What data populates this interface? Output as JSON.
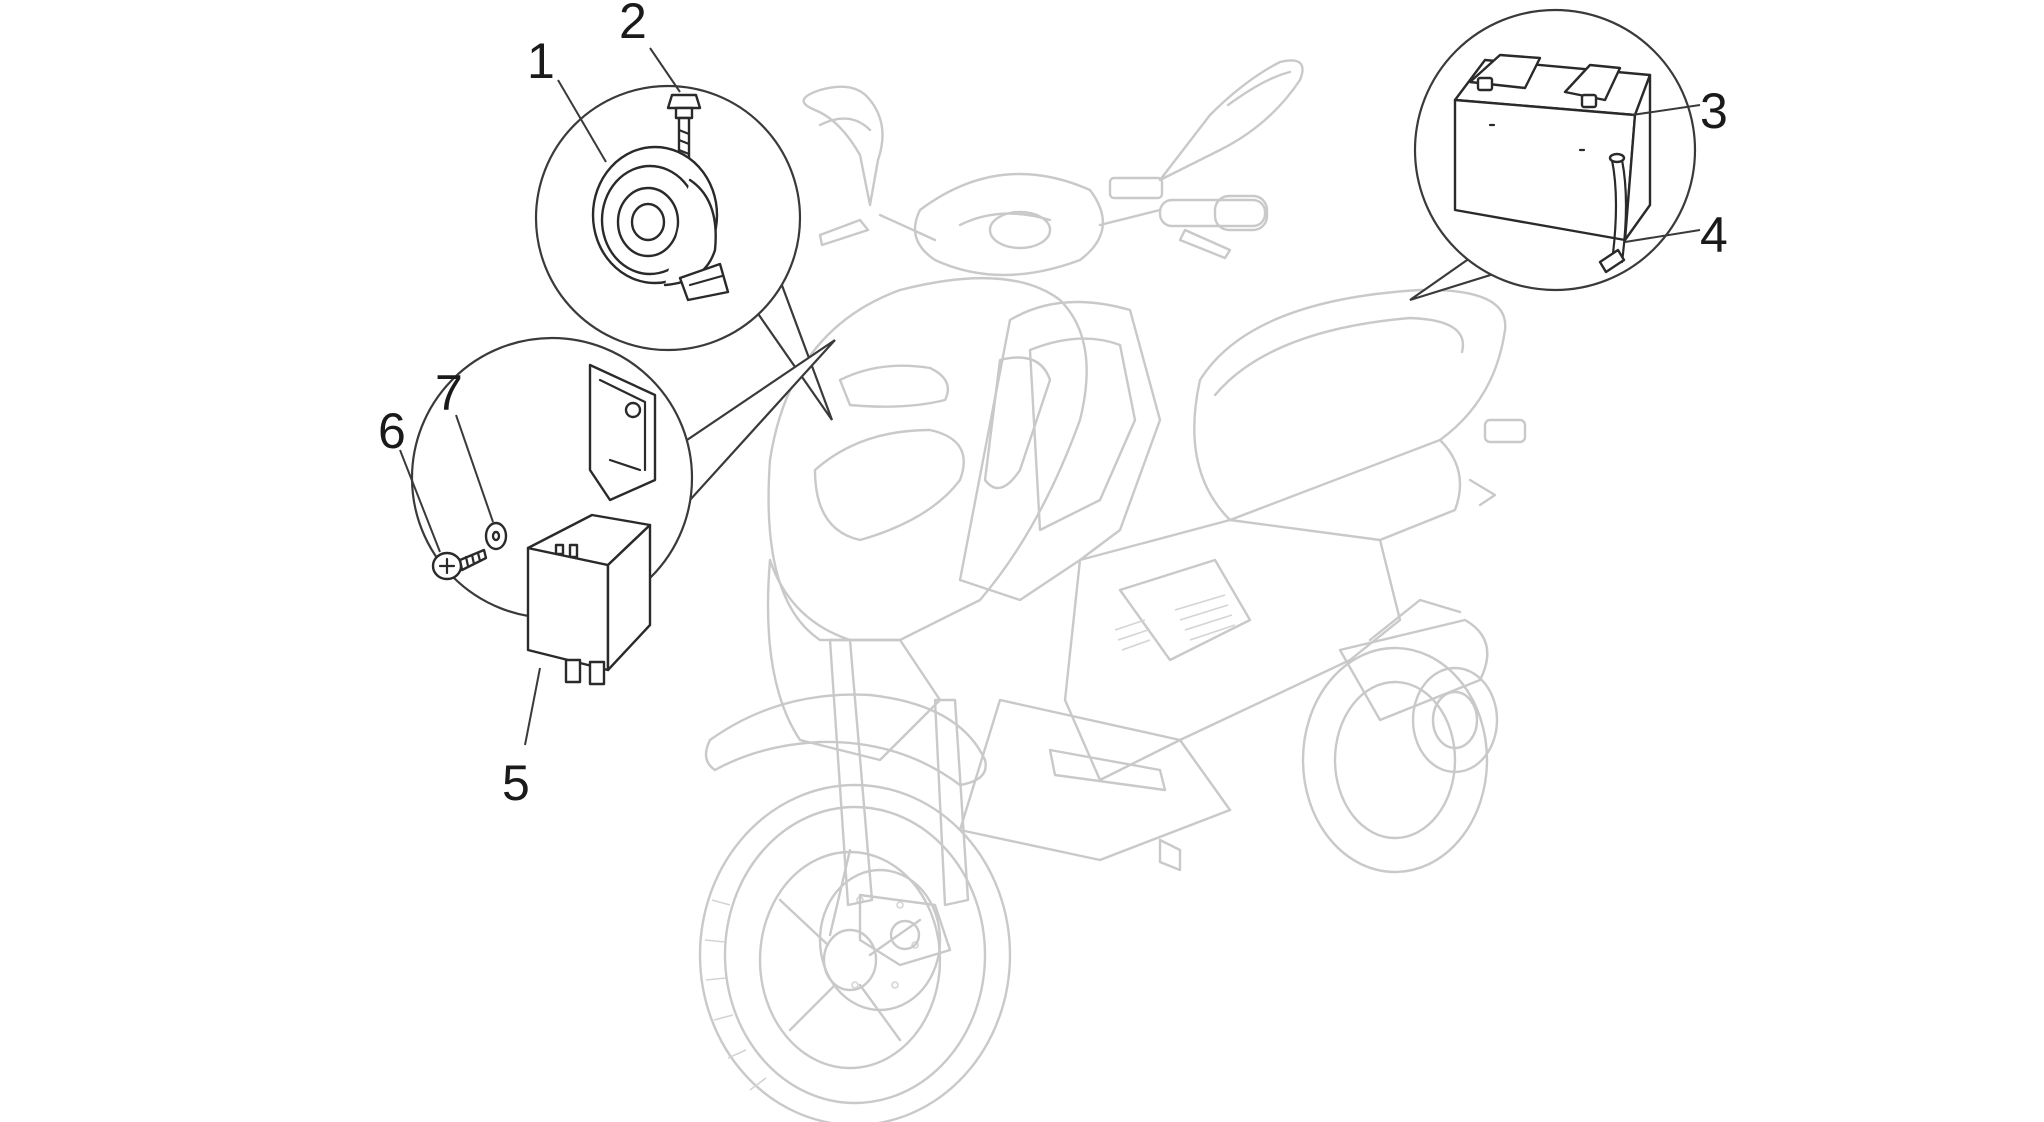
{
  "callouts": [
    {
      "id": "1",
      "label": "1"
    },
    {
      "id": "2",
      "label": "2"
    },
    {
      "id": "3",
      "label": "3"
    },
    {
      "id": "4",
      "label": "4"
    },
    {
      "id": "5",
      "label": "5"
    },
    {
      "id": "6",
      "label": "6"
    },
    {
      "id": "7",
      "label": "7"
    }
  ],
  "colors": {
    "ink": "#1a1a1a",
    "ghost_outline": "#c9c9c9",
    "part_outline": "#2a2a2a",
    "background": "#ffffff"
  },
  "icons": {
    "horn": "horn-icon",
    "bolt": "bolt-icon",
    "battery": "battery-icon",
    "breather_tube": "tube-icon",
    "relay": "relay-icon",
    "screw": "screw-icon",
    "washer": "washer-icon"
  }
}
